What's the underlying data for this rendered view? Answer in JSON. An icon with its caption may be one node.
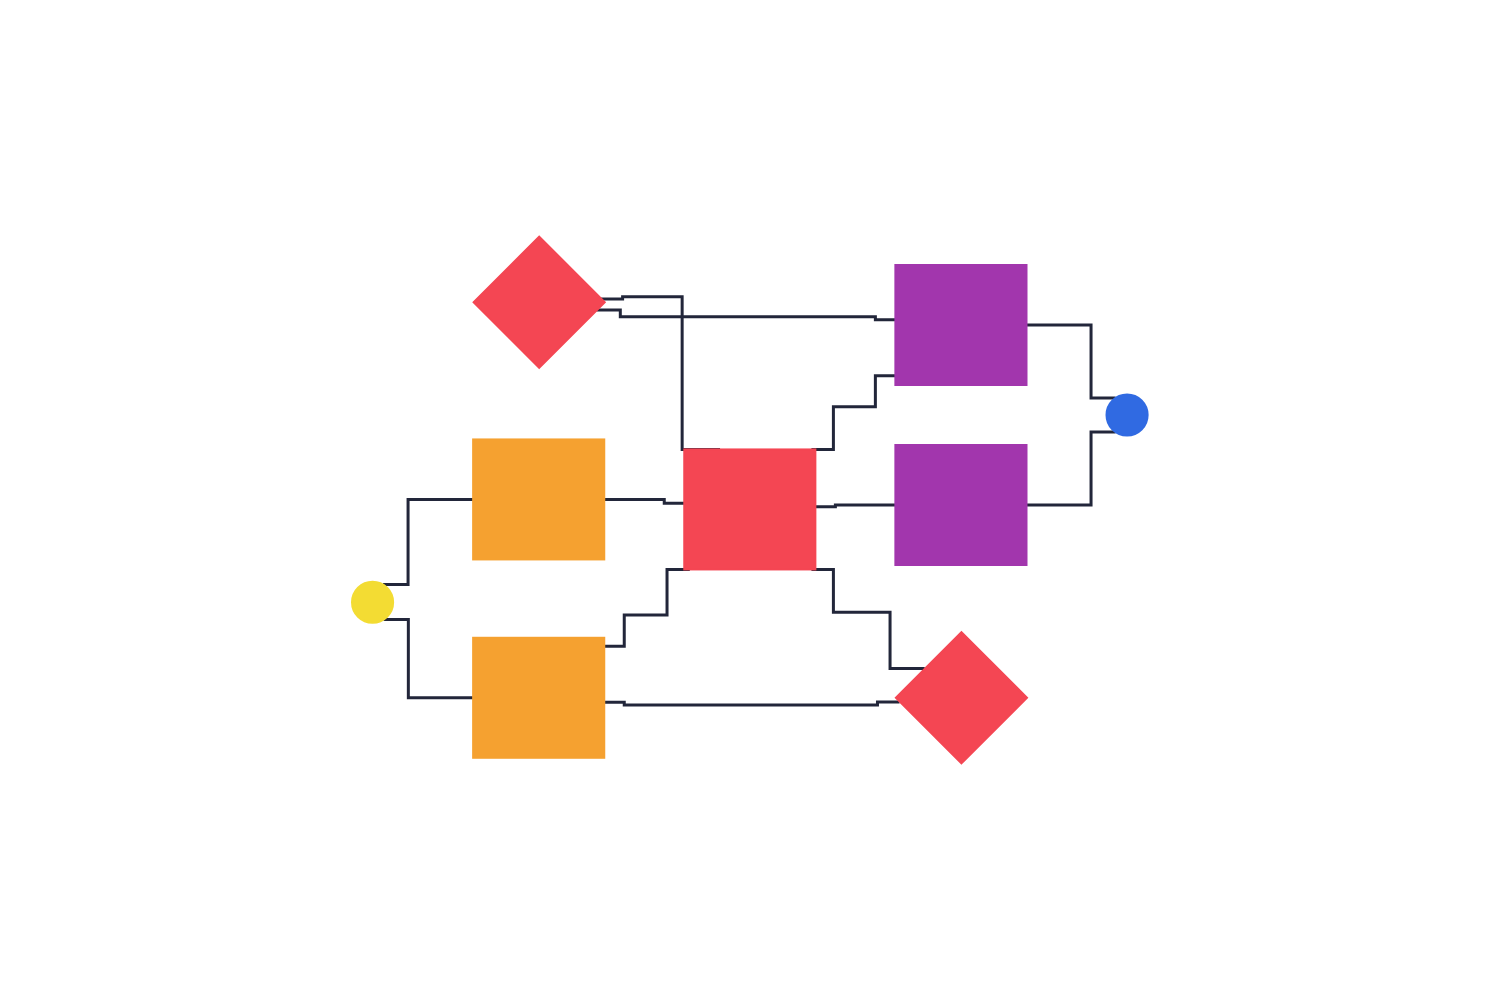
{
  "diagram": {
    "nodes": [
      {
        "text": [],
        "shape": "diamond"
      },
      {
        "text": [],
        "shape": "box"
      },
      {
        "text": [],
        "shape": "box"
      },
      {
        "text": [],
        "shape": "circle"
      },
      {
        "text": [],
        "shape": "box"
      },
      {
        "text": [],
        "shape": "circle"
      },
      {
        "text": [],
        "shape": "box"
      },
      {
        "text": [],
        "shape": "box"
      },
      {
        "text": [],
        "shape": "diamond"
      }
    ],
    "edges": [
      {
        "from": 3,
        "to": 1,
        "arrow": "none"
      },
      {
        "from": 3,
        "to": 6,
        "arrow": "none"
      },
      {
        "from": 1,
        "to": 4,
        "arrow": "none"
      },
      {
        "from": 6,
        "to": 4,
        "arrow": "none"
      },
      {
        "from": 0,
        "to": 4,
        "arrow": "none"
      },
      {
        "from": 0,
        "to": 2,
        "arrow": "none"
      },
      {
        "from": 4,
        "to": 2,
        "arrow": "none"
      },
      {
        "from": 4,
        "to": 7,
        "arrow": "none"
      },
      {
        "from": 2,
        "to": 5,
        "arrow": "none"
      },
      {
        "from": 7,
        "to": 5,
        "arrow": "none"
      },
      {
        "from": 4,
        "to": 8,
        "arrow": "none"
      },
      {
        "from": 6,
        "to": 8,
        "arrow": "none"
      }
    ]
  }
}
